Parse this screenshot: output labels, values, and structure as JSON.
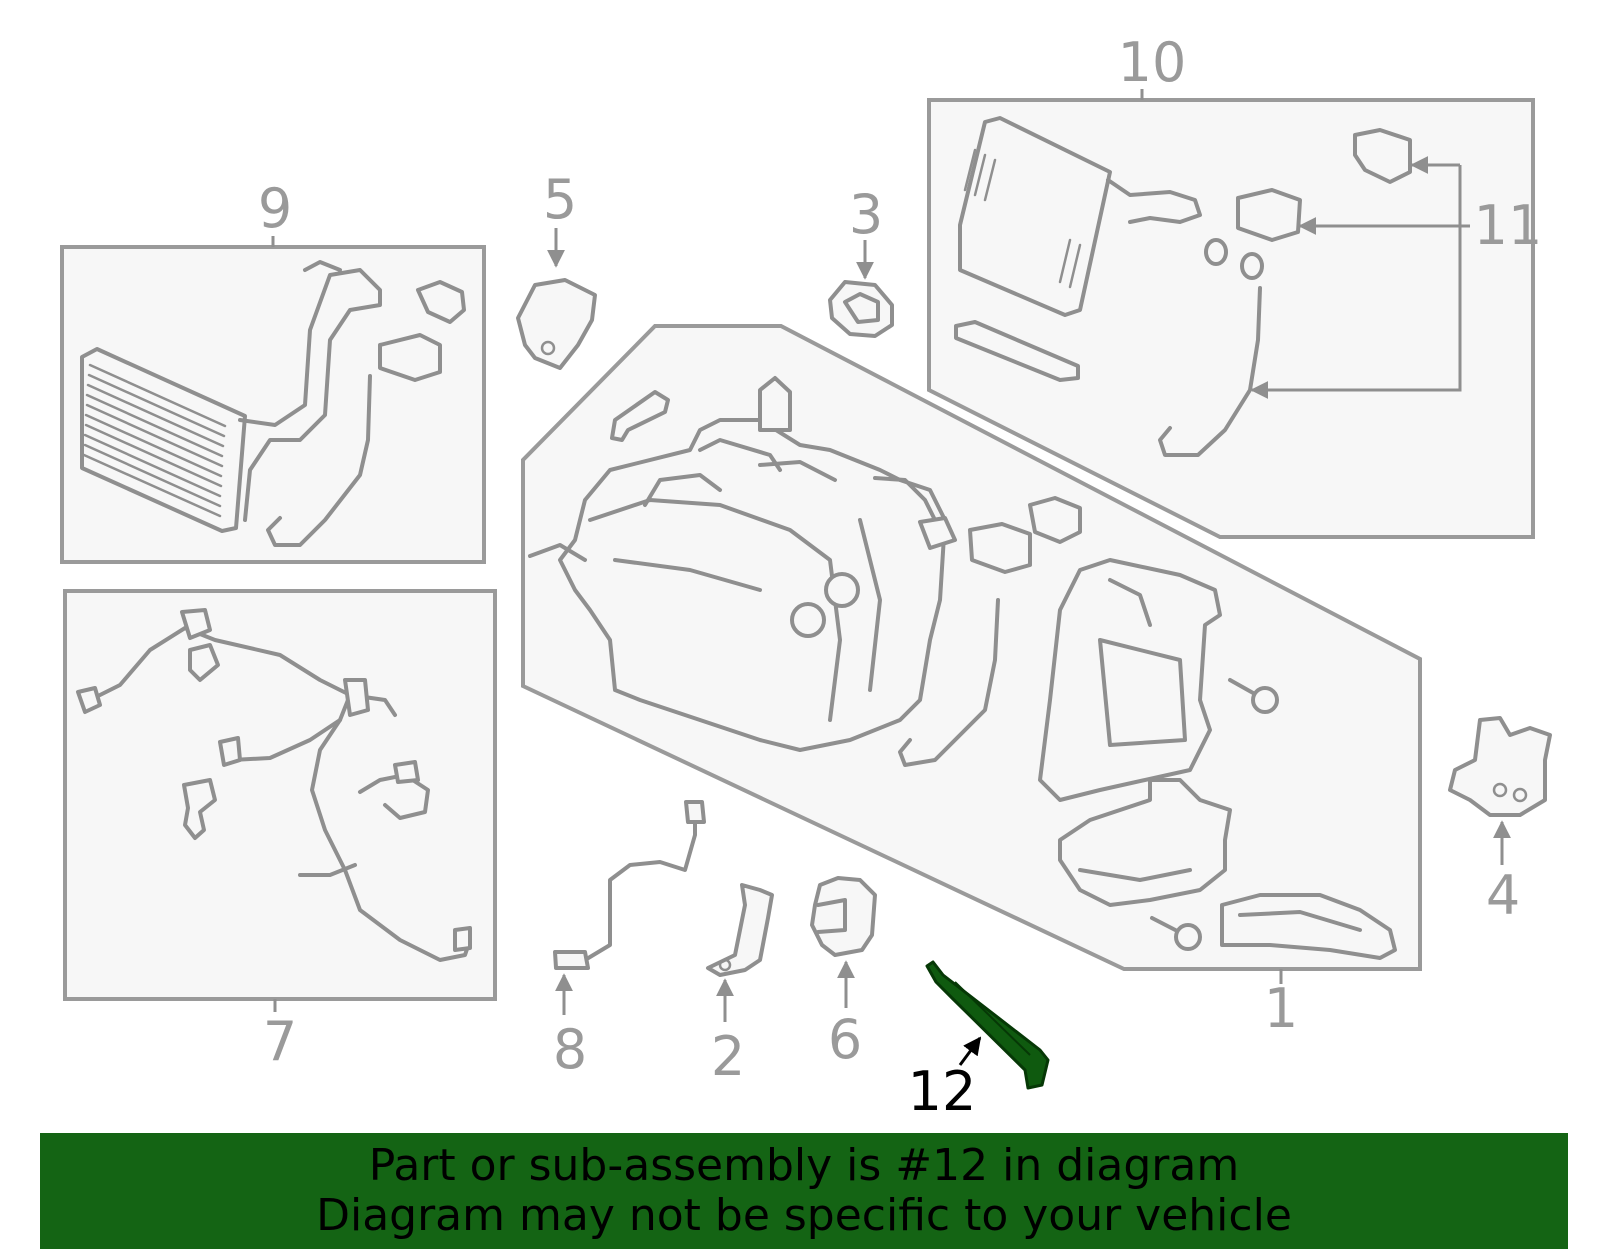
{
  "callouts": {
    "c1": "1",
    "c2": "2",
    "c3": "3",
    "c4": "4",
    "c5": "5",
    "c6": "6",
    "c7": "7",
    "c8": "8",
    "c9": "9",
    "c10": "10",
    "c11": "11",
    "c12": "12"
  },
  "highlight": {
    "part_number": "12",
    "color": "#146414"
  },
  "banner": {
    "line1": "Part or sub-assembly is #12 in diagram",
    "line2": "Diagram may not be specific to your vehicle"
  },
  "colors": {
    "outline": "#9a9a9a",
    "highlight_part": "#0f5a0f",
    "banner_bg": "#146414"
  }
}
